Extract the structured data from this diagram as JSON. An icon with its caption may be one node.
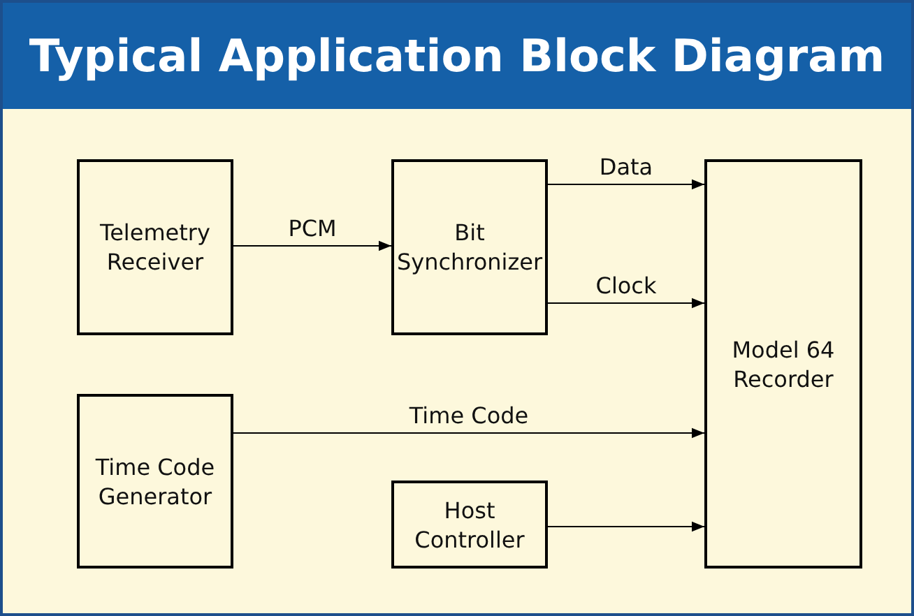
{
  "diagram": {
    "title": "Typical Application Block Diagram",
    "nodes": [
      {
        "text": [
          "Telemetry Receiver"
        ]
      },
      {
        "text": [
          "Bit Synchronizer"
        ]
      },
      {
        "text": [
          "Model 64 Recorder"
        ]
      },
      {
        "text": [
          "Time Code Generator"
        ]
      },
      {
        "text": [
          "Host Controller"
        ]
      }
    ],
    "edges": [
      {
        "from": 0,
        "to": 1,
        "arrow": "to",
        "label": "PCM"
      },
      {
        "from": 1,
        "to": 2,
        "arrow": "to",
        "label": "Data"
      },
      {
        "from": 1,
        "to": 2,
        "arrow": "to",
        "label": "Clock"
      },
      {
        "from": 3,
        "to": 2,
        "arrow": "to",
        "label": "Time Code"
      },
      {
        "from": 4,
        "to": 2,
        "arrow": "to"
      }
    ]
  }
}
